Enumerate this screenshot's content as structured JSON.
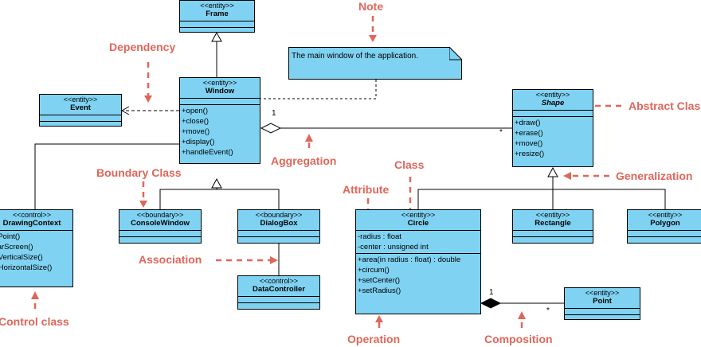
{
  "labels": {
    "note": "Note",
    "dependency": "Dependency",
    "abstract_class": "Abstract Class",
    "aggregation": "Aggregation",
    "boundary_class": "Boundary Class",
    "class": "Class",
    "generalization": "Generalization",
    "attribute": "Attribute",
    "association": "Association",
    "control_class": "Control class",
    "operation": "Operation",
    "composition": "Composition"
  },
  "note_text": "The main window of the application.",
  "multiplicity": {
    "agg_one": "1",
    "agg_many": "*",
    "comp_one": "1",
    "comp_many": "*"
  },
  "classes": {
    "frame": {
      "stereotype": "<<entity>>",
      "name": "Frame"
    },
    "window": {
      "stereotype": "<<entity>>",
      "name": "Window",
      "operations": [
        "+open()",
        "+close()",
        "+move()",
        "+display()",
        "+handleEvent()"
      ]
    },
    "event": {
      "stereotype": "<<entity>>",
      "name": "Event"
    },
    "shape": {
      "stereotype": "<<entity>>",
      "name": "Shape",
      "operations": [
        "+draw()",
        "+erase()",
        "+move()",
        "+resize()"
      ]
    },
    "drawing_context": {
      "stereotype": "<<control>>",
      "name": "DrawingContext",
      "operations": [
        "+setPoint()",
        "+clearScreen()",
        "+getVerticalSize()",
        "+getHorizontalSize()"
      ]
    },
    "console_window": {
      "stereotype": "<<boundary>>",
      "name": "ConsoleWindow"
    },
    "dialog_box": {
      "stereotype": "<<boundary>>",
      "name": "DialogBox"
    },
    "data_controller": {
      "stereotype": "<<control>>",
      "name": "DataController"
    },
    "circle": {
      "stereotype": "<<entity>>",
      "name": "Circle",
      "attributes": [
        "-radius : float",
        "-center : unsigned int"
      ],
      "operations": [
        "+area(in radius : float) : double",
        "+circum()",
        "+setCenter()",
        "+setRadius()"
      ]
    },
    "rectangle": {
      "stereotype": "<<entity>>",
      "name": "Rectangle"
    },
    "polygon": {
      "stereotype": "<<entity>>",
      "name": "Polygon"
    },
    "point": {
      "stereotype": "<<entity>>",
      "name": "Point"
    }
  },
  "colors": {
    "class_fill": "#7fd2f2",
    "label": "#e0665a",
    "line": "#000000"
  }
}
